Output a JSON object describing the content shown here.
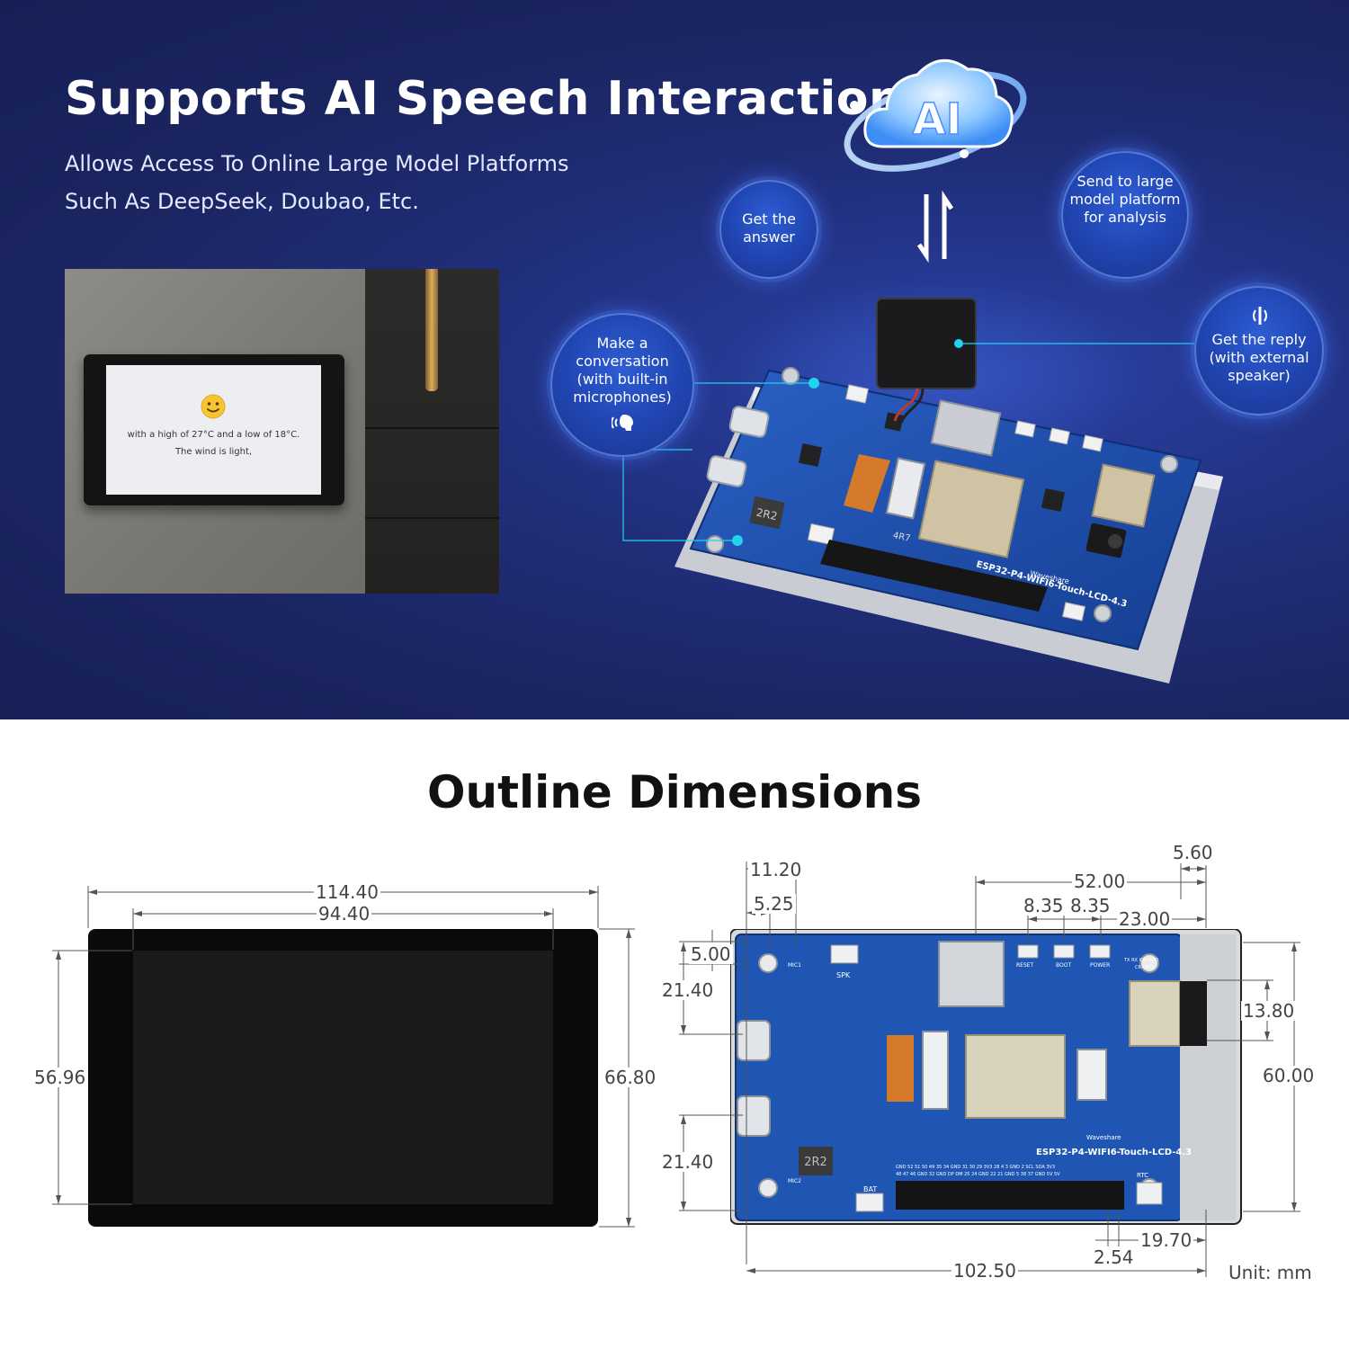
{
  "headline": "Supports AI Speech Interaction",
  "subline_1": "Allows Access To Online Large Model Platforms",
  "subline_2": "Such As DeepSeek, Doubao, Etc.",
  "photo": {
    "screen_line_1": "with a high of 27°C and a low of 18°C.",
    "screen_line_2": "The wind is light,"
  },
  "ai_label": "AI",
  "bubbles": {
    "get_answer": [
      "Get the",
      "answer"
    ],
    "send_to_platform": [
      "Send to large",
      "model platform",
      "for analysis"
    ],
    "conversation": [
      "Make a",
      "conversation",
      "(with built-in",
      "microphones)"
    ],
    "reply": [
      "Get the reply",
      "(with external",
      "speaker)"
    ]
  },
  "board_label": "ESP32-P4-WIFI6-Touch-LCD-4.3",
  "board_labels_small": {
    "waveshare": "Waveshare",
    "r2r2": "2R2",
    "r4r7": "4R7",
    "mic1": "MIC1",
    "mic2": "MIC2",
    "spk": "SPK",
    "bat": "BAT",
    "reset": "RESET",
    "boot": "BOOT",
    "power": "POWER",
    "rtc": "RTC",
    "uart": "C6-UART",
    "uart_pins": "TX  RX  IO9 GND",
    "header_row_1": "GND 52  51  50  49  35  34 GND 31  30  29  3V3  28   4    3  GND  2  SCL SDA 3V3",
    "header_row_2": "48  47  46 GND 32 GND DP  DM  25  24 GND 22  21 GND  5   38  37 GND 5V  5V"
  },
  "outline_title": "Outline Dimensions",
  "dimensions": {
    "front_width": "114.40",
    "front_inner_width": "94.40",
    "front_inner_height": "56.96",
    "front_height": "66.80",
    "back_11_20": "11.20",
    "back_5_25": "5.25",
    "back_5_00": "5.00",
    "back_21_40_a": "21.40",
    "back_21_40_b": "21.40",
    "back_52_00": "52.00",
    "back_8_35_a": "8.35",
    "back_8_35_b": "8.35",
    "back_23_00": "23.00",
    "back_5_60": "5.60",
    "back_13_80": "13.80",
    "back_60_00": "60.00",
    "back_2_54": "2.54",
    "back_19_70": "19.70",
    "back_102_50": "102.50"
  },
  "unit_label": "Unit: mm",
  "colors": {
    "top_background": "#1e2a6e",
    "bubble_blue": "#2044b0",
    "pcb_blue": "#1f4fa8",
    "accent_cyan": "#22d3ee"
  }
}
